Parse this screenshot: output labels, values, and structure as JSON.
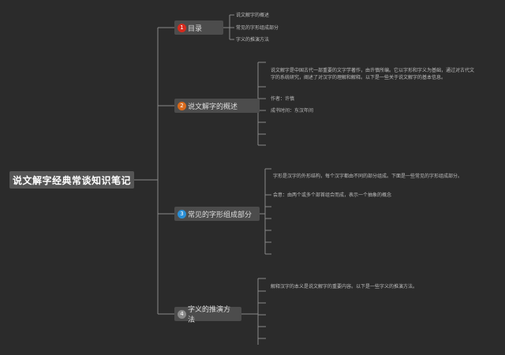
{
  "root": {
    "title": "说文解字经典常谈知识笔记"
  },
  "topics": [
    {
      "num": "1",
      "title": "目录",
      "color": "#d62b1e",
      "children": [
        "说文解字的概述",
        "常见的字形组成部分",
        "字义的推演方法"
      ]
    },
    {
      "num": "2",
      "title": "说文解字的概述",
      "color": "#d86a1c",
      "children": [
        "说文解字是中国古代一部重要的文字学著作，由许慎所编。它以字形和字义为基础，通过对古代文字的系统研究，阐述了对汉字的理解和解释。以下是一些关于说文解字的基本信息。",
        "作者：许慎",
        "成书时间：东汉年间"
      ]
    },
    {
      "num": "3",
      "title": "常见的字形组成部分",
      "color": "#2a8fd6",
      "children": [
        "字形是汉字的外形结构，每个汉字都由不同的部分组成。下面是一些常见的字形组成部分。",
        "会意：由两个或多个部首组合而成，表示一个抽象的概念"
      ]
    },
    {
      "num": "4",
      "title": "字义的推演方法",
      "color": "#8a8a8a",
      "children": [
        "解释汉字的本义是说文解字的重要内容。以下是一些字义的推演方法。"
      ]
    }
  ]
}
